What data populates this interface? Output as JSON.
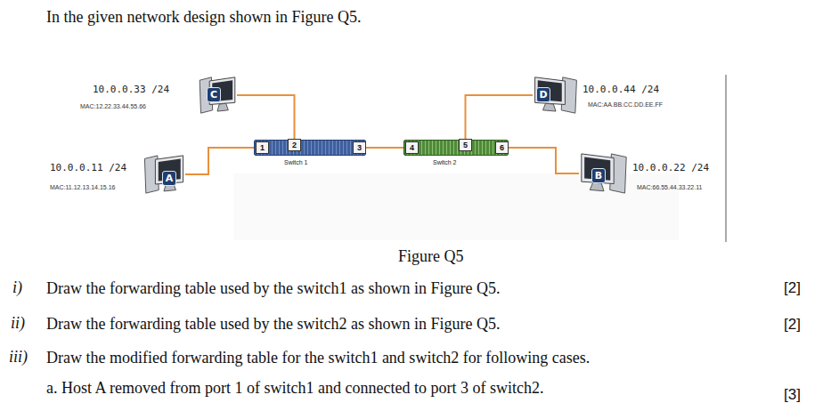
{
  "diagram": {
    "caption": "Figure Q5",
    "nodes": [
      {
        "text": [
          "C"
        ]
      },
      {
        "text": [
          "D"
        ]
      },
      {
        "text": [
          "Switch 1"
        ]
      },
      {
        "text": [
          "1"
        ],
        "in": 2
      },
      {
        "text": [
          "2"
        ],
        "in": 2
      },
      {
        "text": [
          "3"
        ],
        "in": 2
      },
      {
        "text": [
          "Switch 2"
        ]
      },
      {
        "text": [
          "4"
        ],
        "in": 6
      },
      {
        "text": [
          "5"
        ],
        "in": 6
      },
      {
        "text": [
          "6"
        ],
        "in": 6
      },
      {
        "text": [
          "A"
        ]
      },
      {
        "text": [
          "B"
        ]
      }
    ],
    "edges": [
      {
        "from": 0,
        "to": 4,
        "arrow": "none"
      },
      {
        "from": 1,
        "to": 8,
        "arrow": "none"
      },
      {
        "from": 10,
        "to": 3,
        "arrow": "none"
      },
      {
        "from": 5,
        "to": 7,
        "arrow": "none"
      },
      {
        "from": 11,
        "to": 9,
        "arrow": "none"
      }
    ],
    "labels": [
      "In the given network design shown in Figure Q5.",
      "10.0.0.33 /24",
      "MAC:12.22.33.44.55.66",
      "10.0.0.44 /24",
      "MAC:AA.BB.CC.DD.EE.FF",
      "10.0.0.11 /24",
      "MAC:11.12.13.14.15.16",
      "10.0.0.22 /24",
      "MAC:66.55.44.33.22.11",
      "i)",
      "Draw the forwarding table used by the switch1 as shown in Figure Q5.",
      "[2]",
      "ii)",
      "Draw the forwarding table used by the switch2 as shown in Figure Q5.",
      "[2]",
      "iii)",
      "Draw the modified forwarding table for the switch1 and switch2 for following cases.",
      "a. Host A removed from port 1 of switch1 and connected to port 3 of switch2.",
      "[3]"
    ]
  }
}
